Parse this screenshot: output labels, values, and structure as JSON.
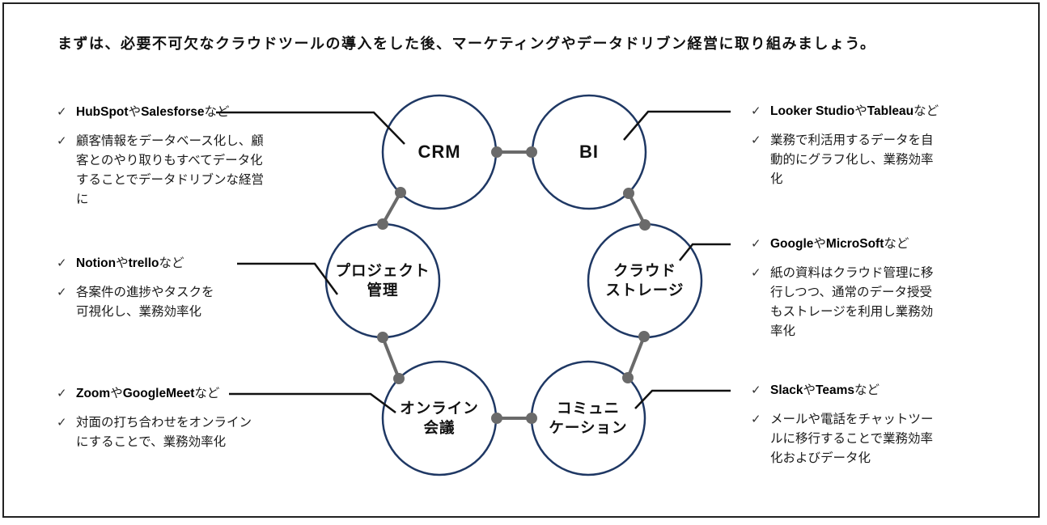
{
  "title": "まずは、必要不可欠なクラウドツールの導入をした後、マーケティングやデータドリブン経営に取り組みましょう。",
  "icons": {
    "check": "✓"
  },
  "colors": {
    "circle_stroke": "#1F3864",
    "connector": "#6A6A6A",
    "callout_line": "#111111",
    "text": "#1A1A1A"
  },
  "nodes": {
    "crm": {
      "label": "CRM"
    },
    "bi": {
      "label": "BI"
    },
    "project": {
      "line1": "プロジェクト",
      "line2": "管理"
    },
    "storage": {
      "line1": "クラウド",
      "line2": "ストレージ"
    },
    "online": {
      "line1": "オンライン",
      "line2": "会議"
    },
    "communication": {
      "line1": "コミュニ",
      "line2": "ケーション"
    }
  },
  "callouts": {
    "crm": {
      "tool": {
        "b1": "HubSpot",
        "s1": "や",
        "b2": "Salesforse",
        "s2": "など"
      },
      "desc_lines": [
        "顧客情報をデータベース化し、顧",
        "客とのやり取りもすべてデータ化",
        "することでデータドリブンな経営",
        "に"
      ]
    },
    "project": {
      "tool": {
        "b1": "Notion",
        "s1": "や",
        "b2": "trello",
        "s2": "など"
      },
      "desc_lines": [
        "各案件の進捗やタスクを",
        "可視化し、業務効率化"
      ]
    },
    "online": {
      "tool": {
        "b1": "Zoom",
        "s1": "や",
        "b2": "GoogleMeet",
        "s2": "など"
      },
      "desc_lines": [
        "対面の打ち合わせをオンライン",
        "にすることで、業務効率化"
      ]
    },
    "bi": {
      "tool": {
        "b1": "Looker Studio",
        "s1": "や",
        "b2": "Tableau",
        "s2": "など"
      },
      "desc_lines": [
        "業務で利活用するデータを自",
        "動的にグラフ化し、業務効率",
        "化"
      ]
    },
    "storage": {
      "tool": {
        "b1": "Google",
        "s1": "や",
        "b2": "MicroSoft",
        "s2": "など"
      },
      "desc_lines": [
        "紙の資料はクラウド管理に移",
        "行しつつ、通常のデータ授受",
        "もストレージを利用し業務効",
        "率化"
      ]
    },
    "communication": {
      "tool": {
        "b1": "Slack",
        "s1": "や",
        "b2": "Teams",
        "s2": "など"
      },
      "desc_lines": [
        "メールや電話をチャットツー",
        "ルに移行することで業務効率",
        "化およびデータ化"
      ]
    }
  }
}
